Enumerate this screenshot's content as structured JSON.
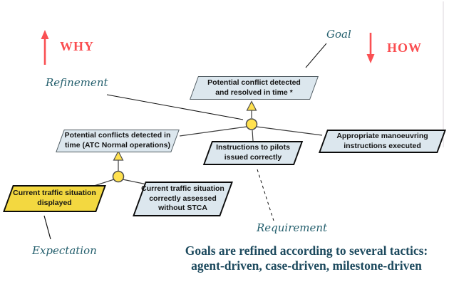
{
  "page": {
    "background_color": "#ffffff"
  },
  "axes": {
    "why_label": "WHY",
    "how_label": "HOW",
    "arrow_color": "#fa5053",
    "label_color": "#fa4d50"
  },
  "annotations": {
    "color": "#245f6d",
    "goal_label": "Goal",
    "refinement_label": "Refinement",
    "expectation_label": "Expectation",
    "requirement_label": "Requirement"
  },
  "diagram": {
    "goal_node_fill": "#dce7ee",
    "expectation_node_fill": "#f3d840",
    "refinement_circle_fill": "#ffe14f",
    "nodes": [
      {
        "id": "goal-top",
        "text": "Potential conflict detected\nand resolved in time *"
      },
      {
        "id": "goal-left",
        "text": "Potential conflicts detected in\ntime (ATC Normal operations)"
      },
      {
        "id": "requirement-instructions",
        "text": "Instructions to pilots\nissued correctly"
      },
      {
        "id": "requirement-manoeuvring",
        "text": "Appropriate manoeuvring\ninstructions executed"
      },
      {
        "id": "expectation-displayed",
        "text": "Current traffic situation\ndisplayed"
      },
      {
        "id": "requirement-assessed",
        "text": "Current traffic situation\ncorrectly assessed\nwithout STCA"
      }
    ]
  },
  "caption": {
    "color": "#1d4a5e",
    "text": "Goals are refined according to several tactics:\nagent-driven, case-driven, milestone-driven"
  }
}
